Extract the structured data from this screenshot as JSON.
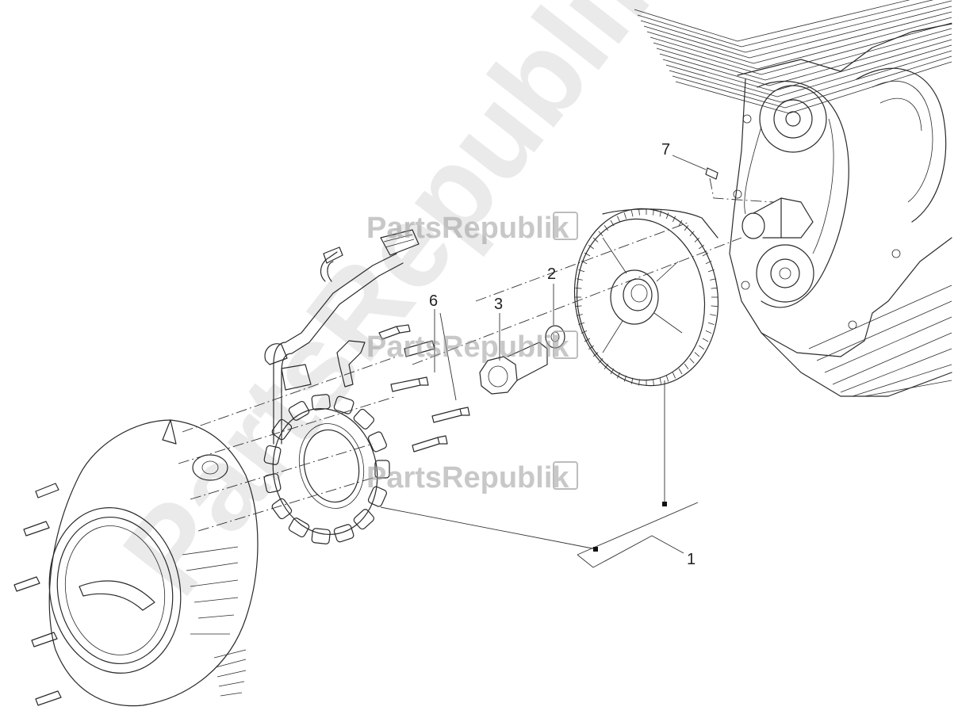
{
  "callouts": {
    "c1": "1",
    "c2": "2",
    "c3": "3",
    "c6": "6",
    "c7": "7"
  },
  "watermarks": {
    "brand": "PartsRepublik",
    "big": "PartsRepublik"
  },
  "colors": {
    "line": "#2a2a2a",
    "watermark": "#9a9a9a",
    "background": "#ffffff"
  }
}
